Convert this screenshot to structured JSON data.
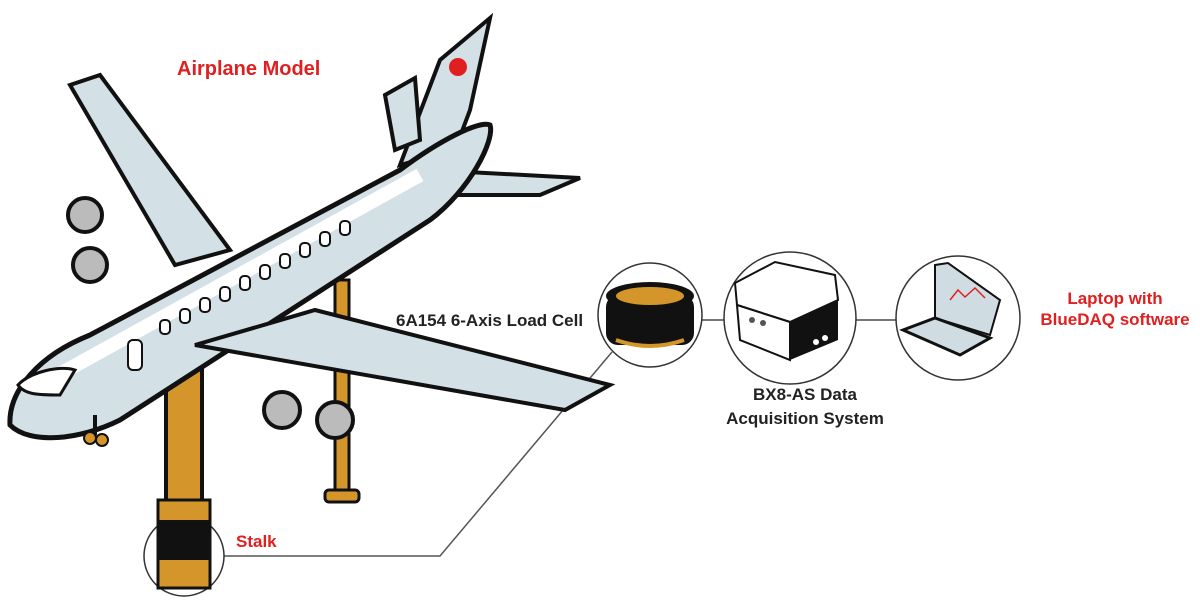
{
  "labels": {
    "airplane_model": "Airplane Model",
    "load_cell": "6A154 6-Axis Load Cell",
    "daq_line1": "BX8-AS Data",
    "daq_line2": "Acquisition System",
    "laptop_line1": "Laptop with",
    "laptop_line2": "BlueDAQ software",
    "stalk": "Stalk"
  },
  "colors": {
    "label_red": "#e02020",
    "label_dark": "#222222",
    "fuselage": "#d3e0e6",
    "stalk_gold": "#d4962a",
    "outline": "#111111"
  }
}
